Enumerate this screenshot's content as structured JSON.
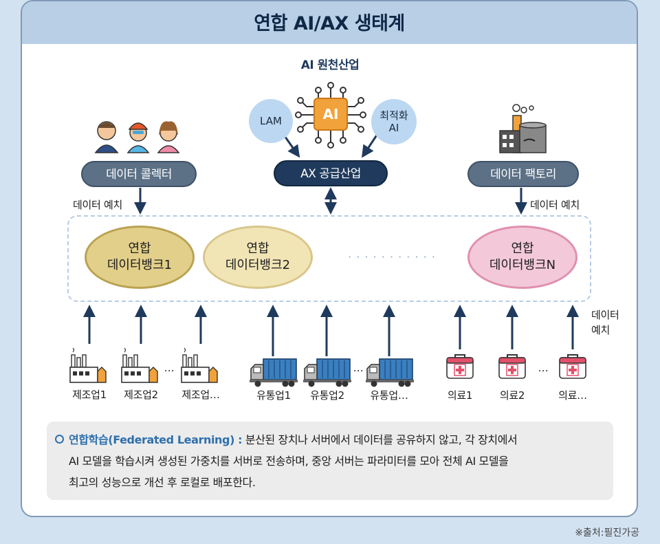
{
  "title": "연합 AI/AX 생태계",
  "ai_source_industry": "AI 원천산업",
  "ai_chip": "AI",
  "lam": "LAM",
  "optimized_ai": "최적화\nAI",
  "supply": {
    "collector": "데이터 콜렉터",
    "ax_supply": "AX 공급산업",
    "factory": "데이터 팩토리"
  },
  "deposit_left": "데이터 예치",
  "deposit_right": "데이터 예치",
  "deposit_bottom": "데이터\n예치",
  "banks": [
    {
      "line1": "연합",
      "line2": "데이터뱅크1",
      "fill": "#e2cf8a"
    },
    {
      "line1": "연합",
      "line2": "데이터뱅크2",
      "fill": "#f1e5b6"
    },
    {
      "line1": "연합",
      "line2": "데이터뱅크N",
      "fill": "#f3c9da"
    }
  ],
  "ellipsis_dots": "· · · · · · · · · · ·",
  "sources": {
    "manufacturing": [
      "제조업1",
      "제조업2",
      "제조업…"
    ],
    "distribution": [
      "유통업1",
      "유통업2",
      "유통업…"
    ],
    "medical": [
      "의료1",
      "의료2",
      "의료…"
    ],
    "gap": "…"
  },
  "note": {
    "heading": "연합학습(Federated Learning) :",
    "line1": " 분산된 장치나 서버에서 데이터를 공유하지 않고, 각 장치에서",
    "line2": "AI 모델을 학습시켜 생성된 가중치를 서버로 전송하며, 중앙 서버는 파라미터를 모아 전체 AI 모델을",
    "line3": "최고의 성능으로 개선 후 로컬로 배포한다."
  },
  "source_credit": "※출처:필진가공",
  "colors": {
    "accent_navy": "#1f3a5c",
    "slate": "#5c7086",
    "chip_orange": "#f2a23a",
    "note_blue": "#2e6fad",
    "truck_blue": "#3a7fc0",
    "medical_red": "#e2506a"
  }
}
